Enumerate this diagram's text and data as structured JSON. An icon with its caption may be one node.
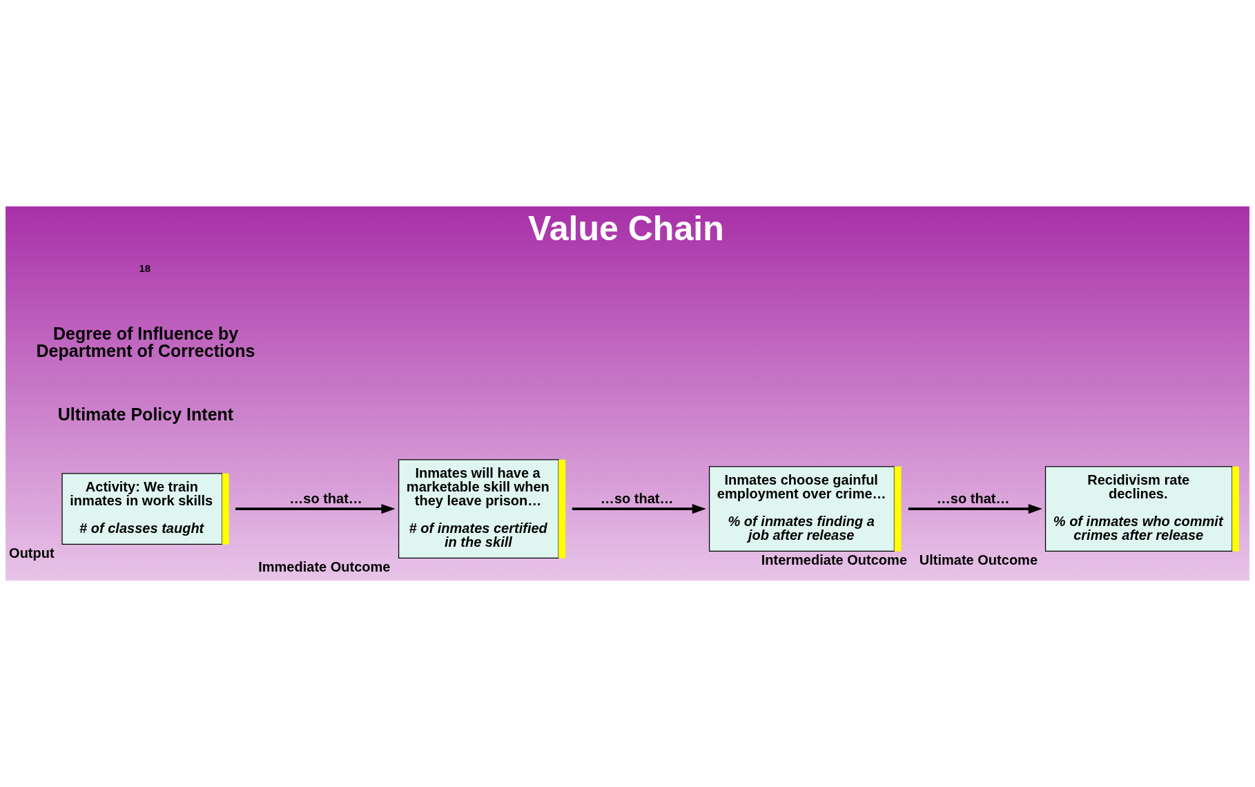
{
  "diagram": {
    "title": "Value Chain",
    "nodes": [
      {
        "text": [
          "Activity: We train inmates in work skills",
          "# of classes taught"
        ],
        "beside": [
          "Output"
        ]
      },
      {
        "text": [
          "Inmates will have a marketable skill when they leave prison…",
          "# of inmates certified in the skill"
        ],
        "beside": [
          "Immediate Outcome"
        ]
      },
      {
        "text": [
          "Inmates choose gainful employment over crime…",
          "% of inmates finding a job after release"
        ],
        "beside": [
          "Intermediate Outcome"
        ]
      },
      {
        "text": [
          "Recidivism rate declines.",
          "% of inmates who commit crimes after release"
        ],
        "beside": [
          "Ultimate Outcome"
        ]
      }
    ],
    "edges": [
      {
        "from": 0,
        "to": 1,
        "arrow": "to",
        "label": "…so that…"
      },
      {
        "from": 1,
        "to": 2,
        "arrow": "to",
        "label": "…so that…"
      },
      {
        "from": 2,
        "to": 3,
        "arrow": "to",
        "label": "…so that…"
      }
    ],
    "labels": [
      "Ultimate Policy Intent",
      "Degree of Influence by Department of Corrections",
      "18"
    ]
  }
}
